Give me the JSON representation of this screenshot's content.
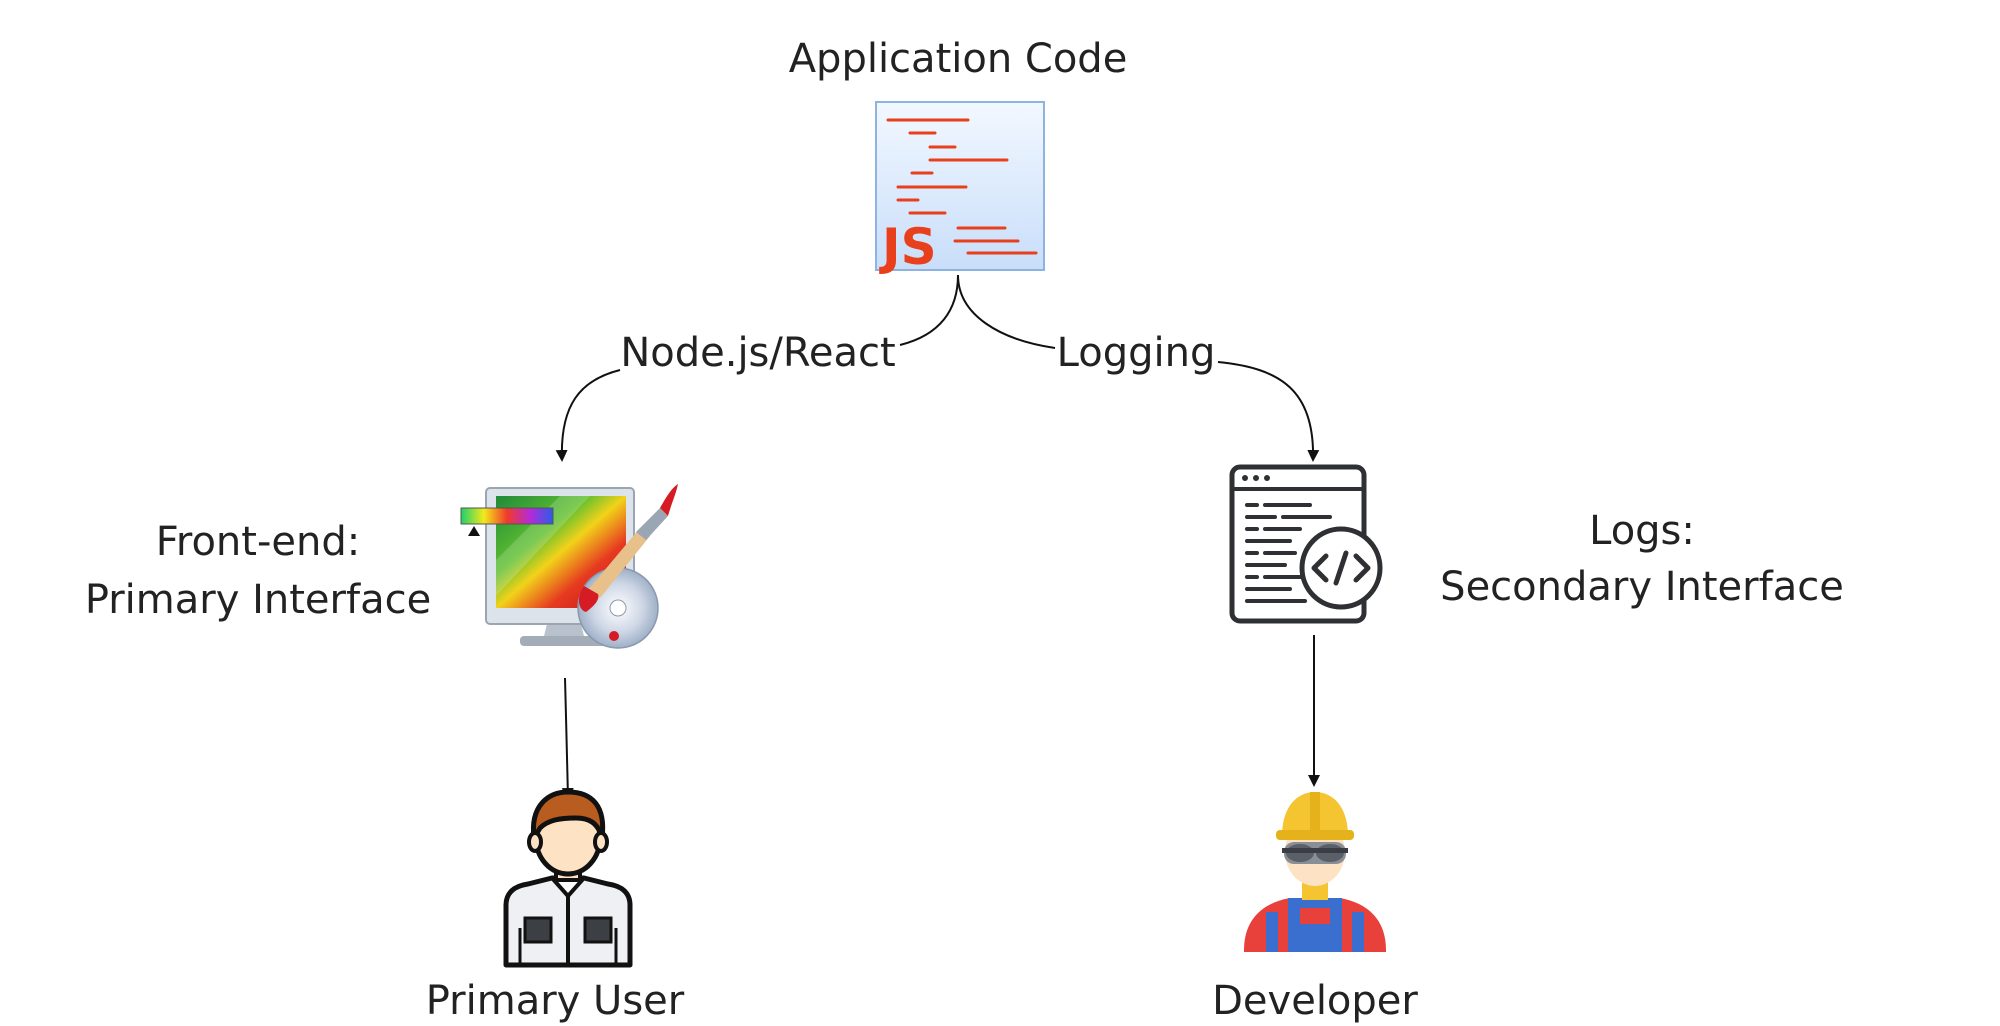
{
  "nodes": {
    "app_code": {
      "label": "Application Code",
      "icon": "js-file-icon",
      "badge": "JS"
    },
    "frontend": {
      "label_line1": "Front-end:",
      "label_line2": "Primary Interface",
      "icon": "paint-monitor-icon"
    },
    "logs": {
      "label_line1": "Logs:",
      "label_line2": "Secondary Interface",
      "icon": "code-window-icon"
    },
    "primary_user": {
      "label": "Primary User",
      "icon": "user-avatar-icon"
    },
    "developer": {
      "label": "Developer",
      "icon": "developer-hardhat-icon"
    }
  },
  "edges": {
    "to_frontend": {
      "label": "Node.js/React"
    },
    "to_logs": {
      "label": "Logging"
    }
  },
  "colors": {
    "line": "#111111",
    "js_red": "#e8401c",
    "js_panel_top": "#f2f8ff",
    "js_panel_bottom": "#c9defa",
    "js_panel_border": "#8fb3e0",
    "window_stroke": "#2e3033",
    "hardhat": "#f5c431",
    "overalls_red": "#e8413c",
    "overalls_blue": "#3b6fcf",
    "hair": "#b85c1f",
    "skin": "#fde3c4"
  }
}
